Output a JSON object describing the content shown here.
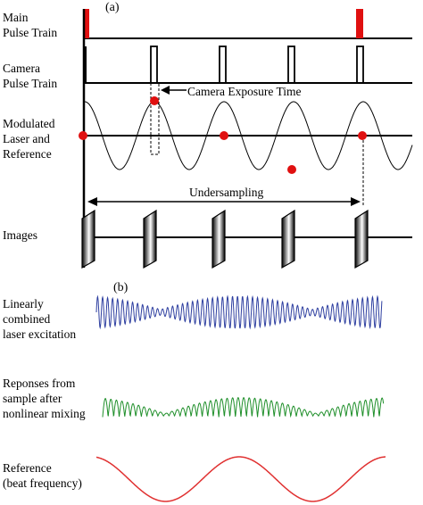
{
  "panels": {
    "a": "(a)",
    "b": "(b)"
  },
  "labels": {
    "main_pulse": [
      "Main",
      "Pulse Train"
    ],
    "camera_pulse": [
      "Camera",
      "Pulse Train"
    ],
    "modulated": [
      "Modulated",
      "Laser and",
      "Reference"
    ],
    "images": "Images",
    "linear": [
      "Linearly",
      "combined",
      "laser excitation"
    ],
    "responses": [
      "Reponses from",
      "sample after",
      "nonlinear mixing"
    ],
    "reference": [
      "Reference",
      "(beat frequency)"
    ]
  },
  "annotations": {
    "exposure": "Camera Exposure Time",
    "undersampling": "Undersampling"
  },
  "colors": {
    "pulse": "#e01010",
    "marker": "#e01010",
    "linear_wave": "#2e3fa0",
    "response_wave": "#1f8f2a",
    "reference_wave": "#e03030",
    "line": "#000000"
  },
  "icons": {
    "arrow": "arrow-left-icon",
    "double_arrow": "double-arrow-icon"
  }
}
